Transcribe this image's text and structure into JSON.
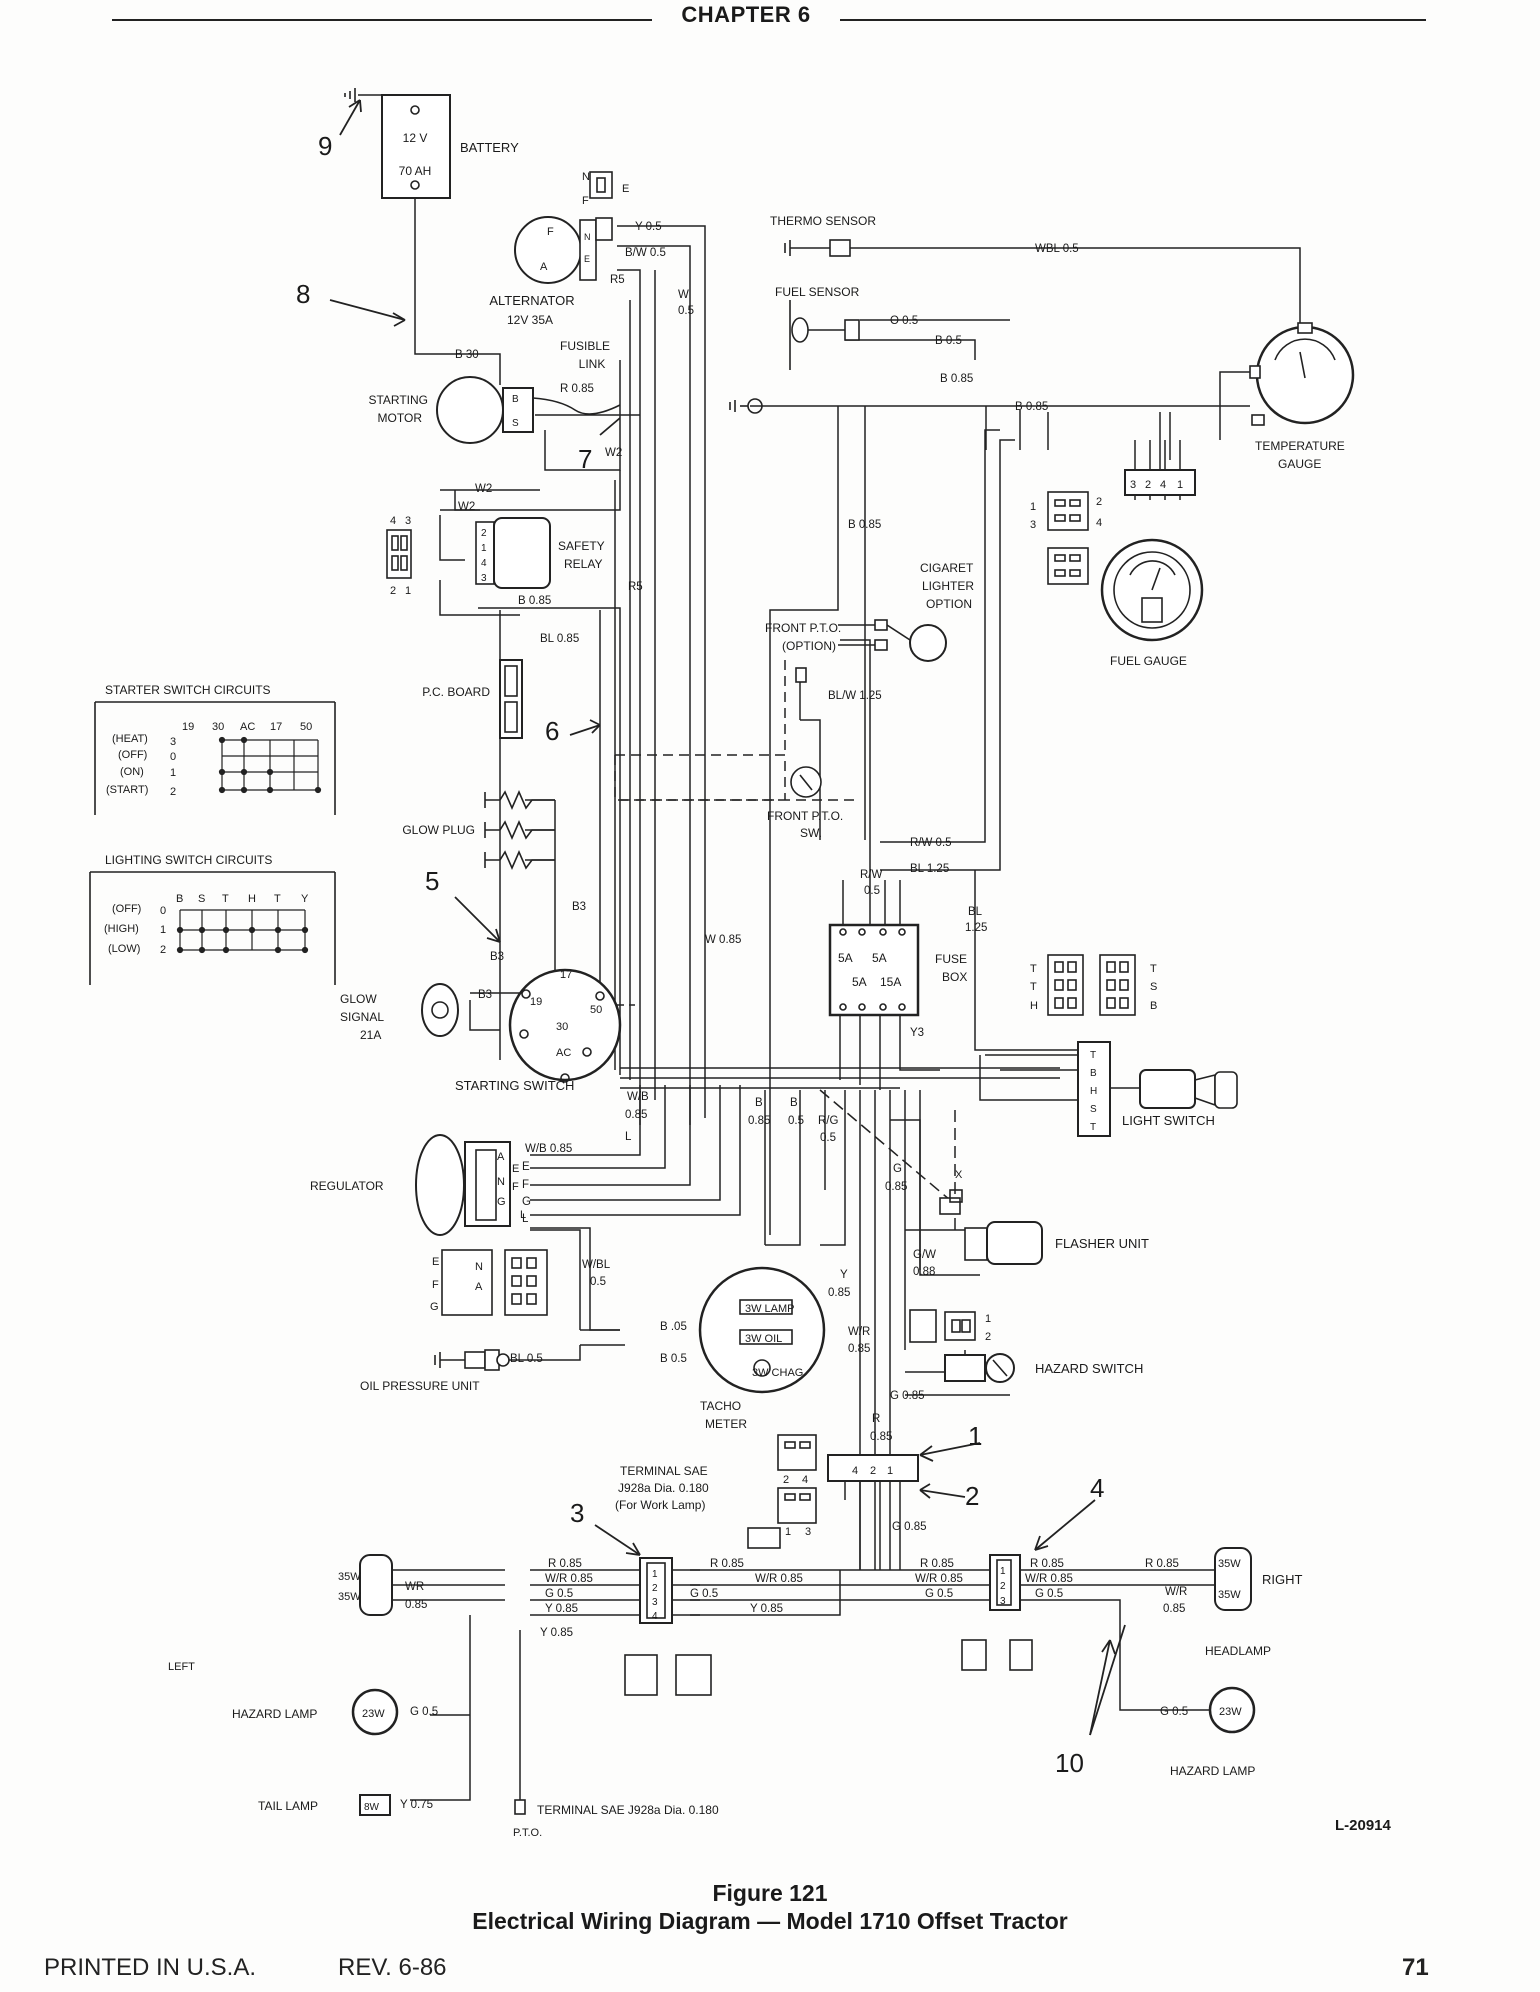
{
  "header": {
    "chapter": "CHAPTER 6"
  },
  "callouts": [
    "1",
    "2",
    "3",
    "4",
    "5",
    "6",
    "7",
    "8",
    "9",
    "10"
  ],
  "components": {
    "battery": {
      "voltage": "12 V",
      "capacity": "70 AH",
      "label": "BATTERY"
    },
    "alternator": {
      "label": "ALTERNATOR",
      "rating": "12V 35A",
      "connector_n": "N",
      "connector_f": "F",
      "connector_e": "E",
      "pins": [
        "F",
        "N",
        "E",
        "A"
      ]
    },
    "starting_motor": {
      "label_line1": "STARTING",
      "label_line2": "MOTOR",
      "pin_b": "B",
      "pin_s": "S"
    },
    "fusible_link": {
      "label_line1": "FUSIBLE",
      "label_line2": "LINK"
    },
    "thermo_sensor": {
      "label": "THERMO SENSOR"
    },
    "fuel_sensor": {
      "label": "FUEL SENSOR"
    },
    "temperature_gauge": {
      "label_line1": "TEMPERATURE",
      "label_line2": "GAUGE",
      "connector_pins": [
        "3",
        "2",
        "4",
        "1"
      ]
    },
    "fuel_gauge": {
      "label": "FUEL GAUGE",
      "connector_nums": [
        "1",
        "2",
        "3",
        "4"
      ]
    },
    "safety_relay": {
      "label_line1": "SAFETY",
      "label_line2": "RELAY",
      "pins": [
        "2",
        "1",
        "4",
        "3"
      ],
      "plug_nums": [
        "4",
        "3",
        "2",
        "1"
      ]
    },
    "pc_board": {
      "label": "P.C. BOARD"
    },
    "cigaret_lighter": {
      "line1": "CIGARET",
      "line2": "LIGHTER",
      "line3": "OPTION"
    },
    "front_pto": {
      "line1": "FRONT P.T.O.",
      "line2": "(OPTION)"
    },
    "front_pto_sw": {
      "line1": "FRONT P.T.O.",
      "line2": "SW."
    },
    "glow_plug": {
      "label": "GLOW PLUG"
    },
    "glow_signal": {
      "line1": "GLOW",
      "line2": "SIGNAL",
      "line3": "21A"
    },
    "starting_switch": {
      "label": "STARTING SWITCH",
      "terminals": [
        "17",
        "19",
        "50",
        "30",
        "AC"
      ]
    },
    "fuse_box": {
      "line1": "FUSE",
      "line2": "BOX",
      "fuses": [
        "5A",
        "5A",
        "5A",
        "15A"
      ]
    },
    "light_switch": {
      "label": "LIGHT SWITCH",
      "pins": [
        "T",
        "B",
        "H",
        "S",
        "T"
      ],
      "plug_left": [
        "T",
        "T",
        "H"
      ],
      "plug_right": [
        "T",
        "S",
        "B"
      ]
    },
    "regulator": {
      "label": "REGULATOR",
      "pins": [
        "A",
        "E",
        "N",
        "F",
        "G",
        "L"
      ],
      "plug_left": [
        "E",
        "F",
        "G"
      ],
      "plug_mid": [
        "N",
        "A"
      ]
    },
    "flasher_unit": {
      "label": "FLASHER UNIT",
      "x_label": "X"
    },
    "hazard_switch": {
      "label": "HAZARD SWITCH",
      "pins": [
        "1",
        "2"
      ]
    },
    "oil_pressure_unit": {
      "label": "OIL PRESSURE UNIT"
    },
    "tacho_meter": {
      "line1": "TACHO",
      "line2": "METER",
      "lamp1": "3W LAMP",
      "lamp2": "3W OIL",
      "lamp3": "3W CHAG."
    },
    "terminal_work": {
      "line1": "TERMINAL SAE",
      "line2": "J928a Dia. 0.180",
      "line3": "(For Work Lamp)"
    },
    "terminal_pto": {
      "label": "TERMINAL SAE J928a Dia. 0.180",
      "sub": "P.T.O."
    },
    "connector_1": {
      "nums_top": [
        "2",
        "4"
      ],
      "nums_bottom": [
        "1",
        "3"
      ],
      "pins": [
        "4",
        "2",
        "1"
      ]
    },
    "connector_3": {
      "pins": [
        "1",
        "2",
        "3",
        "4"
      ]
    },
    "connector_4": {
      "pins": [
        "1",
        "2",
        "3"
      ]
    },
    "left_headlamp": {
      "watt1": "35W",
      "watt2": "35W",
      "side": "LEFT"
    },
    "right_headlamp": {
      "watt1": "35W",
      "watt2": "35W",
      "side": "RIGHT",
      "label": "HEADLAMP"
    },
    "hazard_lamp_left": {
      "label": "HAZARD LAMP",
      "watt": "23W"
    },
    "hazard_lamp_right": {
      "label": "HAZARD LAMP",
      "watt": "23W"
    },
    "tail_lamp": {
      "label": "TAIL LAMP",
      "watt": "8W"
    }
  },
  "starter_table": {
    "title": "STARTER SWITCH CIRCUITS",
    "cols": [
      "19",
      "30",
      "AC",
      "17",
      "50"
    ],
    "rows": [
      {
        "name": "(HEAT)",
        "num": "3"
      },
      {
        "name": "(OFF)",
        "num": "0"
      },
      {
        "name": "(ON)",
        "num": "1"
      },
      {
        "name": "(START)",
        "num": "2"
      }
    ]
  },
  "lighting_table": {
    "title": "LIGHTING SWITCH CIRCUITS",
    "cols": [
      "B",
      "S",
      "T",
      "H",
      "T",
      "Y"
    ],
    "rows": [
      {
        "name": "(OFF)",
        "num": "0"
      },
      {
        "name": "(HIGH)",
        "num": "1"
      },
      {
        "name": "(LOW)",
        "num": "2"
      }
    ]
  },
  "wire_labels": [
    "Y 0.5",
    "B/W 0.5",
    "R5",
    "W",
    "0.5",
    "B 30",
    "R 0.85",
    "W2",
    "W2",
    "W2",
    "R5",
    "B 0.85",
    "BL 0.85",
    "WBL 0.5",
    "O 0.5",
    "B 0.5",
    "B 0.85",
    "B 0.85",
    "B 0.85",
    "BL/W 1.25",
    "R/W 0.5",
    "BL 1.25",
    "R/W",
    "0.5",
    "BL",
    "1.25",
    "W 0.85",
    "B3",
    "B3",
    "B3",
    "Y3",
    "W/B",
    "0.85",
    "L",
    "B",
    "0.85",
    "B",
    "0.5",
    "R/G",
    "0.5",
    "W/B 0.85",
    "E",
    "F",
    "G",
    "L",
    "G",
    "0.85",
    "W/BL",
    "0.5",
    "B .05",
    "B 0.5",
    "BL 0.5",
    "G/W",
    "0.88",
    "Y",
    "0.85",
    "W/R",
    "0.85",
    "G 0.85",
    "R",
    "0.85",
    "G 0.85",
    "R 0.85",
    "W/R 0.85",
    "G 0.5",
    "Y 0.85",
    "Y 0.85",
    "R 0.85",
    "W/R 0.85",
    "G 0.5",
    "Y 0.85",
    "R 0.85",
    "W/R 0.85",
    "G 0.5",
    "R 0.85",
    "W/R 0.85",
    "G 0.5",
    "R 0.85",
    "W/R",
    "0.85",
    "WR",
    "0.85",
    "G 0.5",
    "G 0.5",
    "Y 0.75"
  ],
  "drawing_number": "L-20914",
  "caption": {
    "figure": "Figure 121",
    "title": "Electrical Wiring Diagram — Model 1710 Offset Tractor"
  },
  "footer": {
    "printed": "PRINTED IN U.S.A.",
    "rev": "REV. 6-86",
    "page": "71"
  }
}
